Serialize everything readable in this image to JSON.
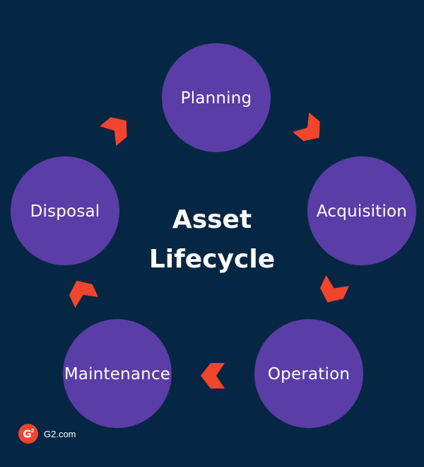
{
  "diagram": {
    "center_title_lines": [
      "Asset",
      "Lifecycle"
    ],
    "stages": [
      {
        "id": "planning",
        "label": "Planning"
      },
      {
        "id": "acquisition",
        "label": "Acquisition"
      },
      {
        "id": "operation",
        "label": "Operation"
      },
      {
        "id": "maintenance",
        "label": "Maintenance"
      },
      {
        "id": "disposal",
        "label": "Disposal"
      }
    ],
    "colors": {
      "background": "#062743",
      "circle": "#5a3da6",
      "arrow": "#f2452d",
      "text": "#ffffff"
    },
    "arrow_icon": "chevron-arrow-icon"
  },
  "brand": {
    "logo_letter": "G",
    "logo_superscript": "2",
    "text": "G2.com",
    "logo_color": "#f2452d"
  }
}
